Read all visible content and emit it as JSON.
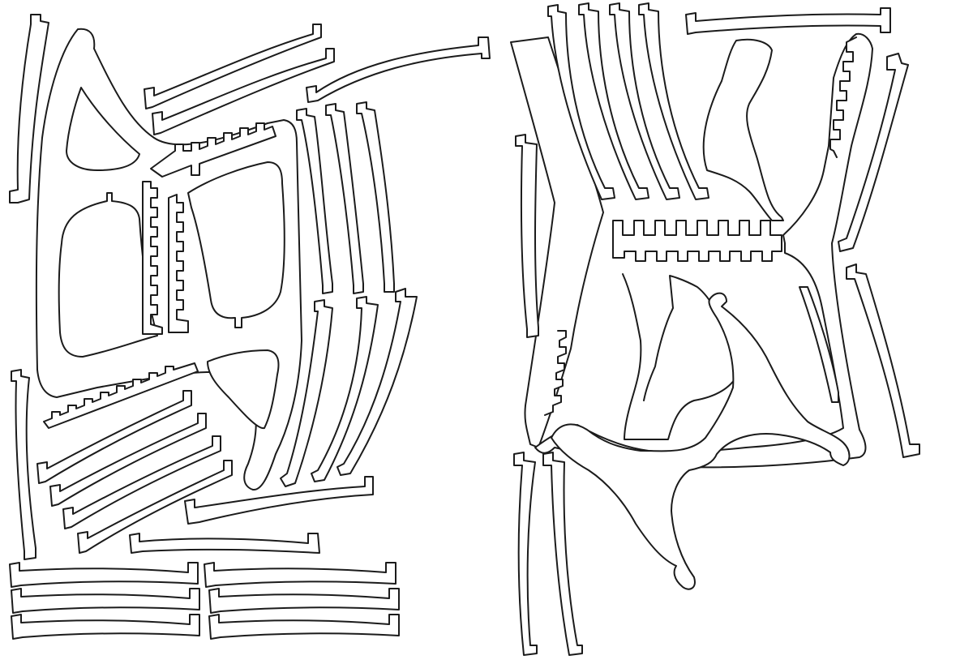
{
  "sheet": {
    "background": "#ffffff",
    "stroke": "#1b1b1b"
  },
  "panels": [
    {
      "id": "left-sheet",
      "parts": "chair-side-and-slats"
    },
    {
      "id": "right-sheet",
      "parts": "chair-base-and-legs"
    }
  ]
}
